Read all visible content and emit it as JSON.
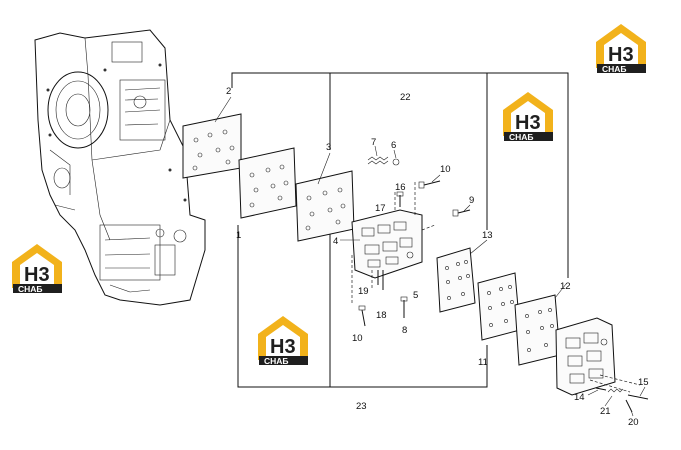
{
  "diagram": {
    "callouts": [
      "2",
      "22",
      "3",
      "7",
      "6",
      "10",
      "16",
      "17",
      "9",
      "4",
      "13",
      "12",
      "5",
      "19",
      "18",
      "8",
      "10",
      "11",
      "1",
      "14",
      "15",
      "21",
      "20",
      "23"
    ]
  },
  "watermark": {
    "logo_text": "H3",
    "brand_text": "CHAБ",
    "color": "#f2b21b",
    "dark": "#1f1f1f"
  }
}
